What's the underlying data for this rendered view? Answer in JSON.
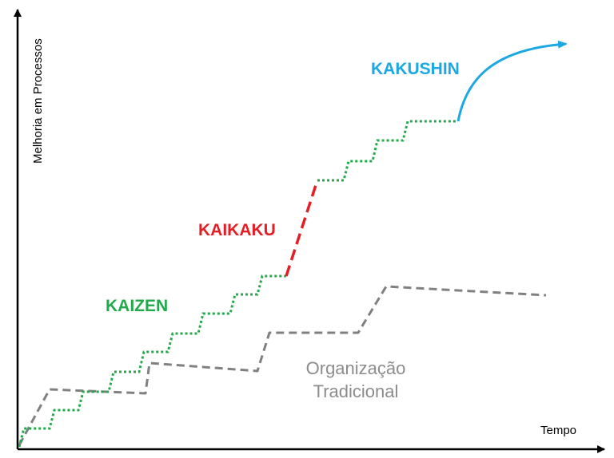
{
  "axes": {
    "x_label": "Tempo",
    "y_label": "Melhoria em Processos"
  },
  "labels": {
    "kaizen": "KAIZEN",
    "kaikaku": "KAIKAKU",
    "kakushin": "KAKUSHIN",
    "org_line1": "Organização",
    "org_line2": "Tradicional"
  },
  "colors": {
    "kaizen": "#22a94a",
    "kaikaku": "#e31e24",
    "kakushin": "#1ca8e3",
    "traditional": "#808080",
    "axis": "#000000"
  }
}
